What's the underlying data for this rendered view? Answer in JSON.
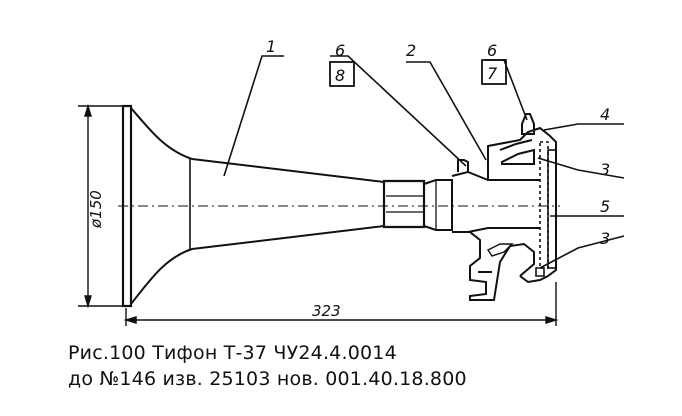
{
  "caption": {
    "line1": "Рис.100 Тифон Т-37 ЧУ24.4.0014",
    "line2": "до №146 изв. 25103 нов. 001.40.18.800"
  },
  "dimensions": {
    "diameter": "ø150",
    "length": "323"
  },
  "callouts": {
    "c1": "1",
    "c6a": "6",
    "c8": "8",
    "c2": "2",
    "c6b": "6",
    "c7": "7",
    "c4": "4",
    "c3a": "3",
    "c5": "5",
    "c3b": "3"
  }
}
